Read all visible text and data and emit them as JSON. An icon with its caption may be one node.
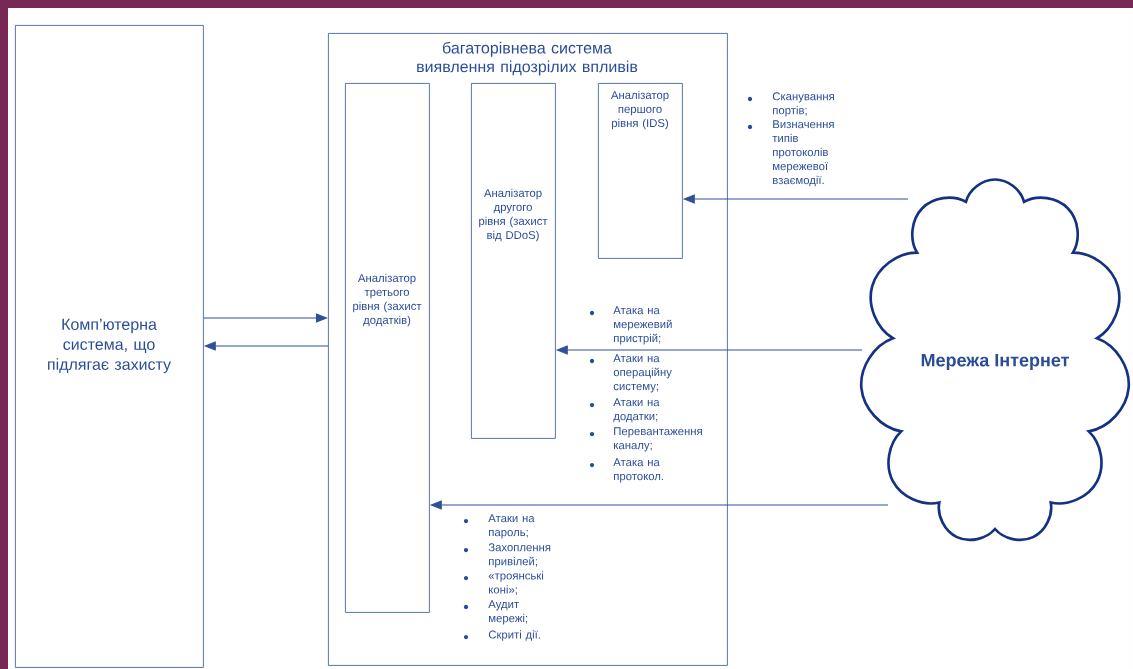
{
  "diagram": {
    "nodes": [
      {
        "text": [
          "Комп’ютерна система, що підлягає захисту"
        ]
      },
      {
        "text": [
          "багаторівнева система виявлення підозрілих впливів"
        ]
      },
      {
        "text": [
          "Аналізатор третього рівня (захист додатків)"
        ],
        "in": 1
      },
      {
        "text": [
          "Аналізатор другого рівня (захист від DDoS)"
        ],
        "in": 1
      },
      {
        "text": [
          "Аналізатор першого рівня (IDS)"
        ],
        "in": 1
      },
      {
        "text": [
          "Мережа Інтернет"
        ]
      }
    ],
    "edges": [
      {
        "from": 0,
        "to": 1,
        "arrow": "to"
      },
      {
        "from": 1,
        "to": 0,
        "arrow": "to"
      },
      {
        "from": 5,
        "to": 4,
        "arrow": "to"
      },
      {
        "from": 5,
        "to": 3,
        "arrow": "to"
      },
      {
        "from": 5,
        "to": 2,
        "arrow": "to"
      }
    ],
    "labels": [
      "Сканування портів;",
      "Визначення типів протоколів мережевої взаємодії.",
      "Атака на мережевий пристрій;",
      "Атаки на операційну систему;",
      "Атаки на додатки;",
      "Перевантаження каналу;",
      "Атака на протокол.",
      "Атаки на пароль;",
      "Захоплення привілей;",
      "«троянські коні»;",
      "Аудит мережі;",
      "Скриті дії."
    ]
  }
}
